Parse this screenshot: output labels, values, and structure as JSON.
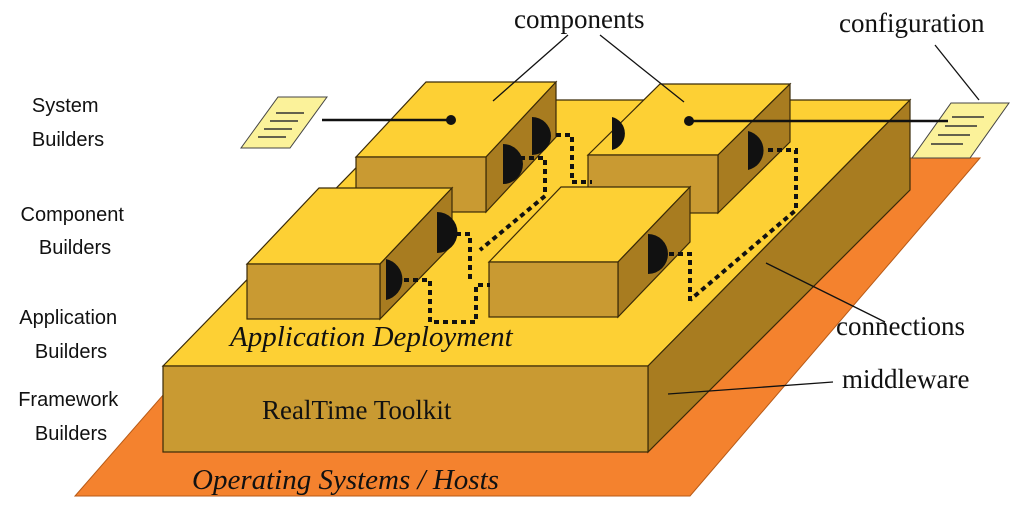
{
  "labels": {
    "components": "components",
    "configuration": "configuration",
    "connections": "connections",
    "middleware": "middleware",
    "realtime_toolkit": "RealTime Toolkit",
    "application_deployment": "Application Deployment",
    "operating_systems": "Operating Systems / Hosts"
  },
  "roles": [
    {
      "line1": "System",
      "line2": "Builders"
    },
    {
      "line1": "Component",
      "line2": "Builders"
    },
    {
      "line1": "Application",
      "line2": "Builders"
    },
    {
      "line1": "Framework",
      "line2": "Builders"
    }
  ],
  "colors": {
    "top_face": "#fdd034",
    "front_face": "#c99a32",
    "right_face": "#a87c20",
    "os_layer": "#f4822e",
    "config_note": "#fbf29a"
  }
}
